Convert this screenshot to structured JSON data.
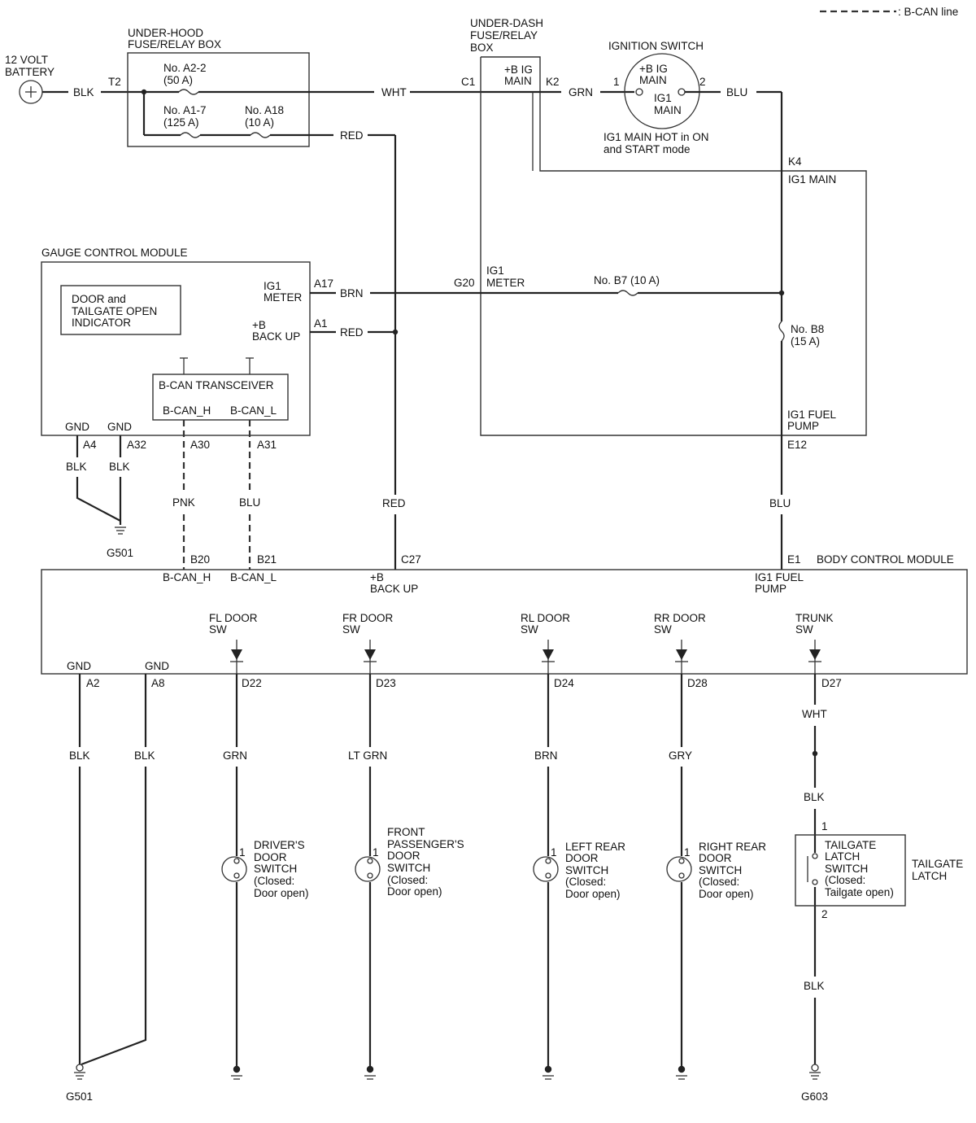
{
  "legend": {
    "bcan": ": B-CAN line"
  },
  "battery": {
    "line1": "12 VOLT",
    "line2": "BATTERY"
  },
  "underhood": {
    "title1": "UNDER-HOOD",
    "title2": "FUSE/RELAY BOX",
    "fuse_a22": "No. A2-2",
    "fuse_a22_rating": "(50 A)",
    "fuse_a17": "No. A1-7",
    "fuse_a17_rating": "(125 A)",
    "fuse_a18": "No. A18",
    "fuse_a18_rating": "(10 A)",
    "terminal_t2": "T2"
  },
  "underdash": {
    "title1": "UNDER-DASH",
    "title2": "FUSE/RELAY",
    "title3": "BOX",
    "ig_main1": "+B IG",
    "ig_main2": "MAIN",
    "c1": "C1",
    "k2": "K2",
    "k4": "K4",
    "ig1_main": "IG1 MAIN",
    "g20": "G20",
    "ig1_meter1": "IG1",
    "ig1_meter2": "METER",
    "fuse_b7": "No. B7 (10 A)",
    "fuse_b8": "No. B8",
    "fuse_b8_rating": "(15 A)",
    "ig1_fuel1": "IG1 FUEL",
    "ig1_fuel2": "PUMP",
    "e12": "E12"
  },
  "ignition": {
    "title": "IGNITION SWITCH",
    "pin1": "1",
    "pin2": "2",
    "bigmain1": "+B IG",
    "bigmain2": "MAIN",
    "ig1main1": "IG1",
    "ig1main2": "MAIN",
    "note1": "IG1 MAIN HOT in ON",
    "note2": "and START mode"
  },
  "gcm": {
    "title": "GAUGE CONTROL MODULE",
    "indicator1": "DOOR and",
    "indicator2": "TAILGATE OPEN",
    "indicator3": "INDICATOR",
    "ig1_meter1": "IG1",
    "ig1_meter2": "METER",
    "a17": "A17",
    "backup1": "+B",
    "backup2": "BACK UP",
    "a1": "A1",
    "transceiver": "B-CAN TRANSCEIVER",
    "bcan_h": "B-CAN_H",
    "bcan_l": "B-CAN_L",
    "gnd": "GND",
    "a4": "A4",
    "a32": "A32",
    "a30": "A30",
    "a31": "A31",
    "ground": "G501"
  },
  "wires": {
    "blk": "BLK",
    "wht": "WHT",
    "grn": "GRN",
    "blu": "BLU",
    "red": "RED",
    "brn": "BRN",
    "pnk": "PNK",
    "ltgrn": "LT GRN",
    "gry": "GRY"
  },
  "bcm": {
    "title": "BODY CONTROL MODULE",
    "b20": "B20",
    "b21": "B21",
    "c27": "C27",
    "e1": "E1",
    "bcan_h": "B-CAN_H",
    "bcan_l": "B-CAN_L",
    "backup1": "+B",
    "backup2": "BACK UP",
    "fuel1": "IG1 FUEL",
    "fuel2": "PUMP",
    "gnd": "GND",
    "a2": "A2",
    "a8": "A8",
    "inputs": [
      {
        "line1": "FL DOOR",
        "line2": "SW",
        "pin": "D22"
      },
      {
        "line1": "FR DOOR",
        "line2": "SW",
        "pin": "D23"
      },
      {
        "line1": "RL DOOR",
        "line2": "SW",
        "pin": "D24"
      },
      {
        "line1": "RR DOOR",
        "line2": "SW",
        "pin": "D28"
      },
      {
        "line1": "TRUNK",
        "line2": "SW",
        "pin": "D27"
      }
    ]
  },
  "switches": {
    "pin1": "1",
    "pin2": "2",
    "driver": [
      "DRIVER'S",
      "DOOR",
      "SWITCH",
      "(Closed:",
      "Door open)"
    ],
    "passenger": [
      "FRONT",
      "PASSENGER'S",
      "DOOR",
      "SWITCH",
      "(Closed:",
      "Door open)"
    ],
    "left_rear": [
      "LEFT REAR",
      "DOOR",
      "SWITCH",
      "(Closed:",
      "Door open)"
    ],
    "right_rear": [
      "RIGHT REAR",
      "DOOR",
      "SWITCH",
      "(Closed:",
      "Door open)"
    ],
    "tailgate": [
      "TAILGATE",
      "LATCH",
      "SWITCH",
      "(Closed:",
      "Tailgate open)"
    ],
    "tailgate_latch1": "TAILGATE",
    "tailgate_latch2": "LATCH"
  },
  "grounds": {
    "g501": "G501",
    "g603": "G603"
  }
}
